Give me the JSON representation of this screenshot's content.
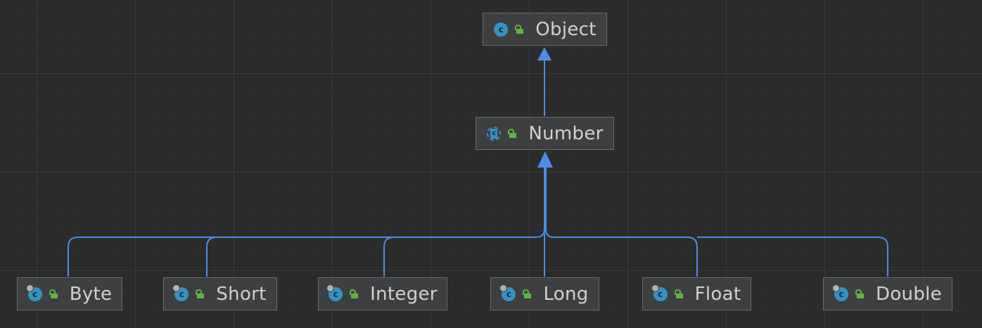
{
  "diagram": {
    "nodes": [
      {
        "id": "object",
        "label": "Object",
        "kind": "class"
      },
      {
        "id": "number",
        "label": "Number",
        "kind": "abstract"
      },
      {
        "id": "byte",
        "label": "Byte",
        "kind": "final"
      },
      {
        "id": "short",
        "label": "Short",
        "kind": "final"
      },
      {
        "id": "integer",
        "label": "Integer",
        "kind": "final"
      },
      {
        "id": "long",
        "label": "Long",
        "kind": "final"
      },
      {
        "id": "float",
        "label": "Float",
        "kind": "final"
      },
      {
        "id": "double",
        "label": "Double",
        "kind": "final"
      }
    ],
    "edges": [
      {
        "from": "number",
        "to": "object"
      },
      {
        "from": "byte",
        "to": "number"
      },
      {
        "from": "short",
        "to": "number"
      },
      {
        "from": "integer",
        "to": "number"
      },
      {
        "from": "long",
        "to": "number"
      },
      {
        "from": "float",
        "to": "number"
      },
      {
        "from": "double",
        "to": "number"
      }
    ],
    "icons": {
      "class": "class-icon",
      "abstract": "abstract-class-icon",
      "final": "final-class-icon",
      "visibility": "public-lock-icon"
    },
    "colors": {
      "background": "#2b2b2b",
      "node_fill": "#3d3f41",
      "node_border": "#6b6b6b",
      "edge": "#4a8fe7",
      "class_icon": "#3592c4",
      "lock_icon": "#62b543",
      "text": "#cfd1d3"
    }
  }
}
